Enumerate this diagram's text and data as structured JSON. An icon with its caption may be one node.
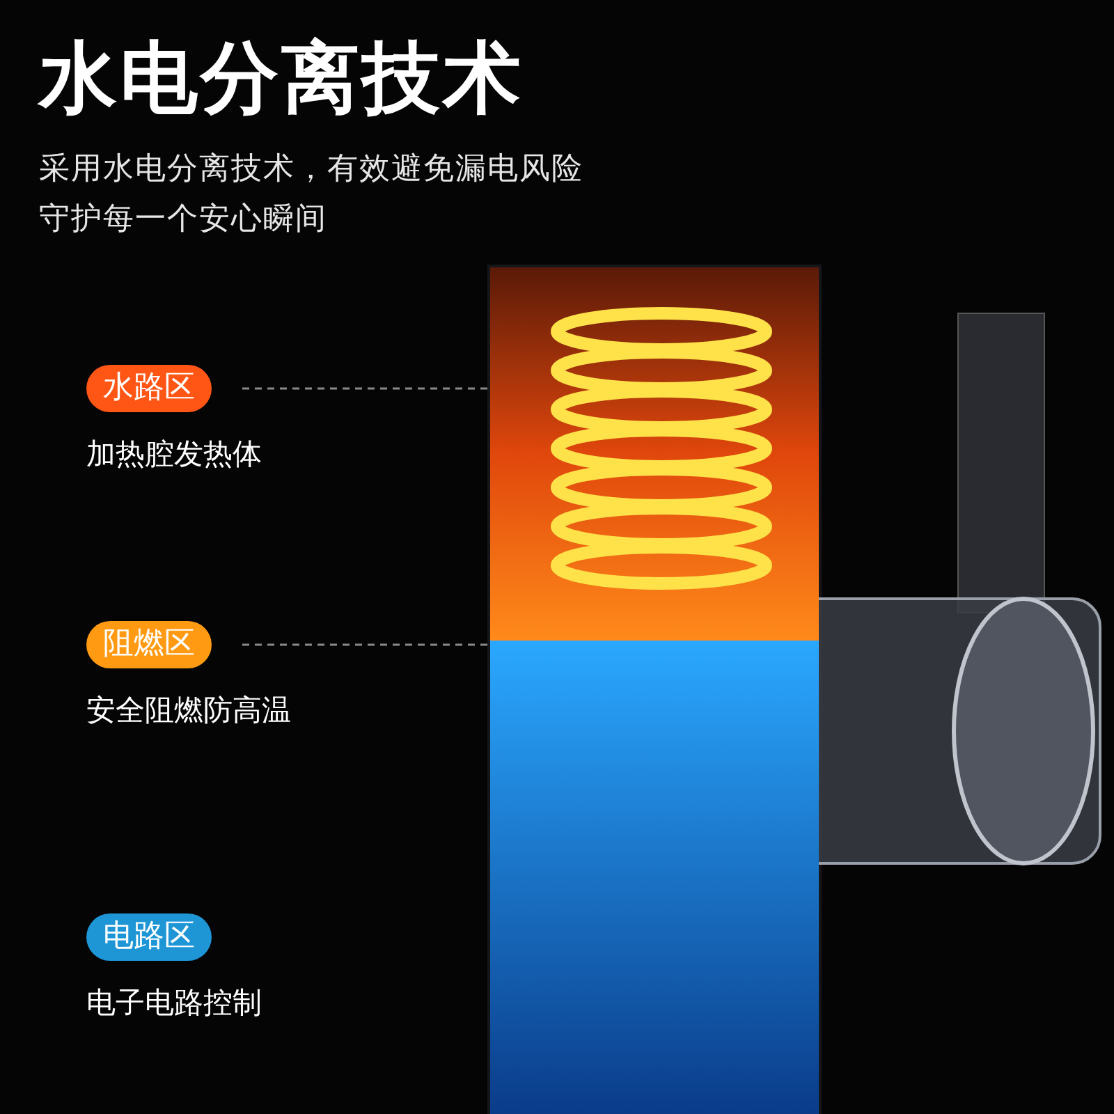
{
  "diagram": {
    "title": "水电分离技术",
    "nodes": [
      {
        "text": [
          "水路区"
        ],
        "beside": [
          "加热腔发热体"
        ]
      },
      {
        "text": [],
        "shape": "picture"
      },
      {
        "text": [
          "阻燃区"
        ],
        "beside": [
          "安全阻燃防高温"
        ]
      },
      {
        "text": [],
        "shape": "picture"
      },
      {
        "text": [
          "电路区"
        ],
        "beside": [
          "电子电路控制"
        ]
      }
    ],
    "edges": [
      {
        "from": 0,
        "to": 1,
        "arrow": "none",
        "style": "dashed"
      },
      {
        "from": 2,
        "to": 3,
        "arrow": "none",
        "style": "dashed"
      }
    ],
    "labels": [
      "采用水电分离技术，有效避免漏电风险守护每一个安心瞬间"
    ]
  }
}
